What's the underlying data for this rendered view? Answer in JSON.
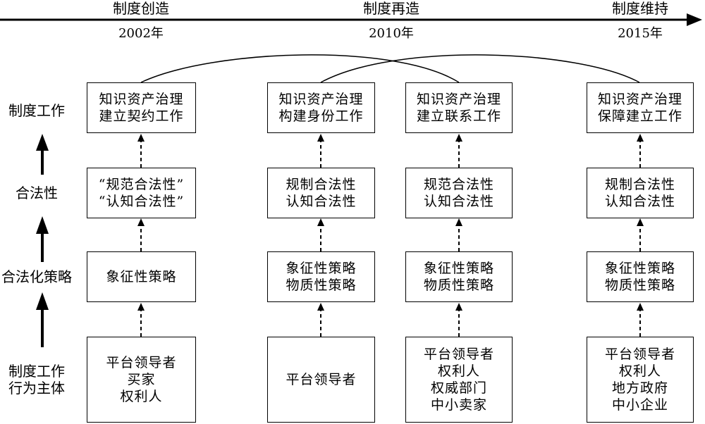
{
  "timeline": {
    "phases": [
      "制度创造",
      "制度再造",
      "制度维持"
    ],
    "years": [
      "2002年",
      "2010年",
      "2015年"
    ]
  },
  "row_labels": {
    "institutional_work": "制度工作",
    "legitimacy": "合法性",
    "strategy": "合法化策略",
    "actor_line1": "制度工作",
    "actor_line2": "行为主体"
  },
  "columns": [
    {
      "work": [
        "知识资产治理",
        "建立契约工作"
      ],
      "legitimacy": [
        "“规范合法性”",
        "“认知合法性”"
      ],
      "strategy": [
        "象征性策略"
      ],
      "actors": [
        "平台领导者",
        "买家",
        "权利人"
      ]
    },
    {
      "work": [
        "知识资产治理",
        "构建身份工作"
      ],
      "legitimacy": [
        "规制合法性",
        "认知合法性"
      ],
      "strategy": [
        "象征性策略",
        "物质性策略"
      ],
      "actors": [
        "平台领导者"
      ]
    },
    {
      "work": [
        "知识资产治理",
        "建立联系工作"
      ],
      "legitimacy": [
        "规范合法性",
        "认知合法性"
      ],
      "strategy": [
        "象征性策略",
        "物质性策略"
      ],
      "actors": [
        "平台领导者",
        "权利人",
        "权威部门",
        "中小卖家"
      ]
    },
    {
      "work": [
        "知识资产治理",
        "保障建立工作"
      ],
      "legitimacy": [
        "规制合法性",
        "认知合法性"
      ],
      "strategy": [
        "象征性策略",
        "物质性策略"
      ],
      "actors": [
        "平台领导者",
        "权利人",
        "地方政府",
        "中小企业"
      ]
    }
  ]
}
